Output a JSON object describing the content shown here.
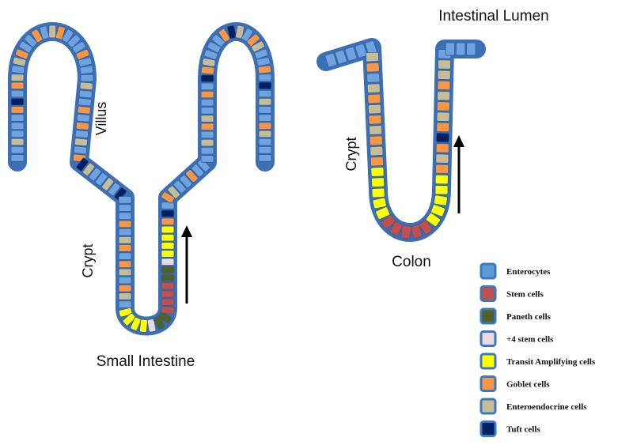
{
  "labels": {
    "villus": "Villus",
    "crypt_small": "Crypt",
    "small_intestine": "Small Intestine",
    "intestinal_lumen": "Intestinal Lumen",
    "crypt_colon": "Crypt",
    "colon": "Colon"
  },
  "legend": [
    {
      "key": "E",
      "label": "Enterocytes",
      "color": "#5b9bd5",
      "border": "#3a78c0"
    },
    {
      "key": "S",
      "label": "Stem cells",
      "color": "#c0504d",
      "border": "#3a78c0"
    },
    {
      "key": "P",
      "label": "Paneth cells",
      "color": "#4f6228",
      "border": "#3a78c0"
    },
    {
      "key": "F",
      "label": "+4 stem cells",
      "color": "#e8d9e3",
      "border": "#3a78c0"
    },
    {
      "key": "T",
      "label": "Transit Amplifying cells",
      "color": "#ffff00",
      "border": "#3a78c0"
    },
    {
      "key": "G",
      "label": "Goblet cells",
      "color": "#f79646",
      "border": "#3a78c0"
    },
    {
      "key": "N",
      "label": "Enteroendocrine cells",
      "color": "#c4bd97",
      "border": "#3a78c0"
    },
    {
      "key": "U",
      "label": "Tuft cells",
      "color": "#002060",
      "border": "#3a78c0"
    }
  ],
  "small_intestine_cells": "EENEEEGUEGNENGEEGENGEEEGEEENEEGEGENEGUNEENEUEEEGENGEGNEGNETTTTFPPSSSSPPFTTTTGUEGNEEGEEEENEGNEEGEUGNEEEGUNEGNEEGEUENEEGNEEE",
  "colon_cells": "EEEEENGENGNGNGNGTTTTTSSSSSTTTTTGNGUGNGNGNNEEEE",
  "enterocyte_color": "#6fa3e0",
  "epithelium_color": "#3d6fb5"
}
